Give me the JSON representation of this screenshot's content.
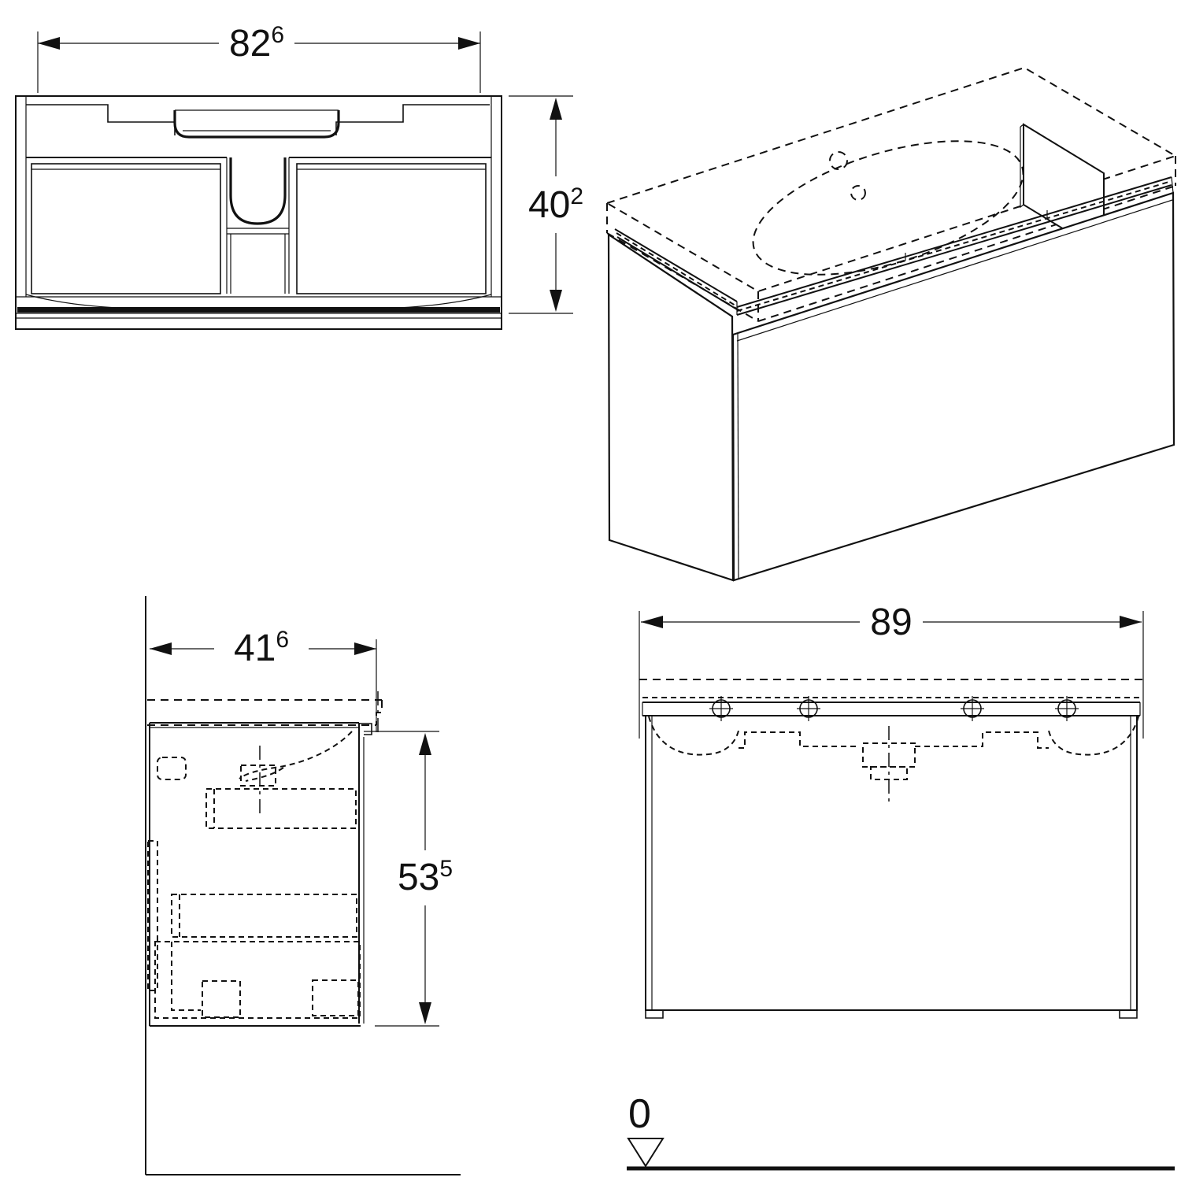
{
  "colors": {
    "ink": "#111111",
    "background": "#ffffff"
  },
  "dimensions": {
    "plan_width": {
      "main": "82",
      "sup": "6"
    },
    "plan_height": {
      "main": "40",
      "sup": "2"
    },
    "side_depth": {
      "main": "41",
      "sup": "6"
    },
    "side_height": {
      "main": "53",
      "sup": "5"
    },
    "front_width": {
      "main": "89",
      "sup": ""
    },
    "datum_level": {
      "main": "0",
      "sup": ""
    }
  }
}
